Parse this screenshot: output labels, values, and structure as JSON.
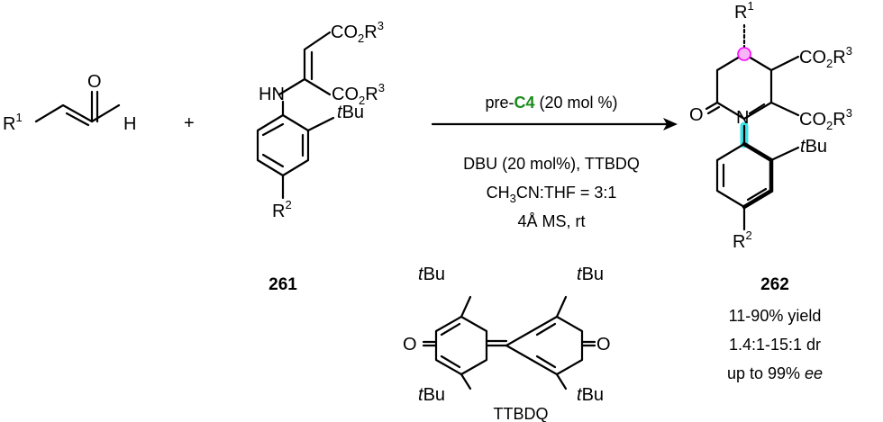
{
  "reactant_1": {
    "r1": "R",
    "r1_sup": "1",
    "oxygen": "O",
    "hydrogen": "H"
  },
  "plus_sign": "+",
  "reactant_2": {
    "ester_top": "CO",
    "ester_top_sub": "2",
    "ester_top_r": "R",
    "ester_top_sup": "3",
    "ester_mid": "CO",
    "ester_mid_sub": "2",
    "ester_mid_r": "R",
    "ester_mid_sup": "3",
    "nh": "HN",
    "tbu_t": "t",
    "tbu_bu": "Bu",
    "r2": "R",
    "r2_sup": "2",
    "number": "261"
  },
  "conditions": {
    "catalyst_prefix": "pre-",
    "catalyst_name": "C4",
    "catalyst_loading": " (20 mol %)",
    "catalyst_color": "#1a8c1a",
    "line2": "DBU (20 mol%), TTBDQ",
    "line3_a": "CH",
    "line3_sub": "3",
    "line3_b": "CN:THF = 3:1",
    "line4": "4Å MS, rt"
  },
  "oxidant": {
    "tbu_t": "t",
    "tbu_bu": "Bu",
    "oxygen": "O",
    "name": "TTBDQ"
  },
  "product": {
    "r1": "R",
    "r1_sup": "1",
    "ester_a": "CO",
    "ester_a_sub": "2",
    "ester_a_r": "R",
    "ester_a_sup": "3",
    "ester_b": "CO",
    "ester_b_sub": "2",
    "ester_b_r": "R",
    "ester_b_sup": "3",
    "oxygen": "O",
    "nitrogen": "N",
    "tbu_t": "t",
    "tbu_bu": "Bu",
    "r2": "R",
    "r2_sup": "2",
    "number": "262",
    "yield": "11-90% yield",
    "dr": "1.4:1-15:1 dr",
    "ee_prefix": "up to 99% ",
    "ee_italic": "ee",
    "stereocenter_color": "#ff00ff",
    "axis_color": "#00d6e0"
  }
}
